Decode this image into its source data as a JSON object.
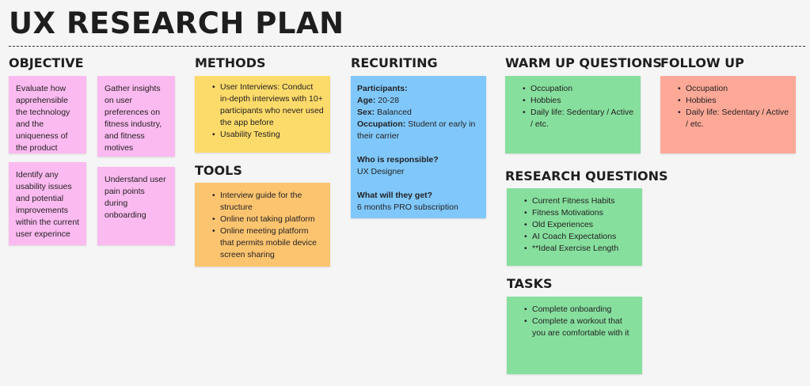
{
  "title": "UX RESEARCH PLAN",
  "headings": {
    "objective": "OBJECTIVE",
    "methods": "METHODS",
    "tools": "TOOLS",
    "recruiting": "RECURITING",
    "warmup": "WARM UP QUESTIONS",
    "followup": "FOLLOW UP",
    "research": "RESEARCH QUESTIONS",
    "tasks": "TASKS"
  },
  "objective": {
    "notes": [
      "Evaluate how apprehensible the technology and the uniqueness of the product",
      "Gather insights on user preferences on fitness industry, and fitness motives",
      "Identify any usability issues and potential improvements within the current user experince",
      "Understand user pain points during onboarding"
    ]
  },
  "methods": {
    "items": [
      "User Interviews: Conduct in-depth interviews with 10+ participants who never used the app before",
      "Usability Testing"
    ]
  },
  "tools": {
    "items": [
      "Interview guide for the structure",
      "Online not taking platform",
      "Online meeting platform that permits mobile device screen sharing"
    ]
  },
  "recruiting": {
    "participants_label": "Participants:",
    "age_label": "Age:",
    "age_value": " 20-28",
    "sex_label": "Sex:",
    "sex_value": " Balanced",
    "occupation_label": "Occupation:",
    "occupation_value": " Student or early in their carrier",
    "responsible_label": "Who is responsible?",
    "responsible_value": "UX Designer",
    "reward_label": "What will they get?",
    "reward_value": "6 months PRO subscription"
  },
  "warmup": {
    "items": [
      "Occupation",
      "Hobbies",
      "Daily life: Sedentary / Active / etc."
    ]
  },
  "followup": {
    "items": [
      "Occupation",
      "Hobbies",
      "Daily life: Sedentary / Active / etc."
    ]
  },
  "research": {
    "items": [
      "Current Fitness Habits",
      "Fitness Motivations",
      "Old Experiences",
      "AI Coach Expectations",
      "**Ideal Exercise Length"
    ]
  },
  "tasks": {
    "items": [
      "Complete onboarding",
      "Complete a workout that you are comfortable with it"
    ]
  },
  "colors": {
    "pink": "#fbbaf0",
    "yellow": "#fddb6a",
    "orange": "#fdc470",
    "blue": "#80c8fb",
    "green": "#87df9e",
    "salmon": "#fea897",
    "background": "#f5f5f5"
  }
}
